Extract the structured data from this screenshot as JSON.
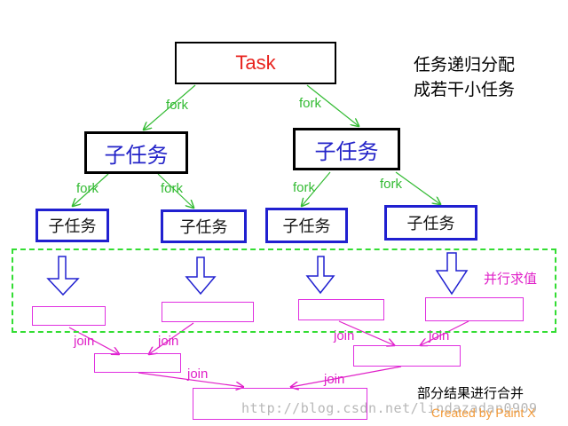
{
  "root": {
    "label": "Task"
  },
  "level1": [
    {
      "label": "子任务"
    },
    {
      "label": "子任务"
    }
  ],
  "level2": [
    {
      "label": "子任务"
    },
    {
      "label": "子任务"
    },
    {
      "label": "子任务"
    },
    {
      "label": "子任务"
    }
  ],
  "fork_label": "fork",
  "join_label": "join",
  "notes": {
    "split_line1": "任务递归分配",
    "split_line2": "成若干小任务",
    "parallel": "并行求值",
    "merge": "部分结果进行合并"
  },
  "watermark": "http://blog.csdn.net/lindazadan0909",
  "credit": "Created by Paint X",
  "colors": {
    "fork": "#33bb33",
    "join": "#e020c8",
    "task_text": "#e8231e",
    "level1_text": "#2323c8",
    "level2_border": "#2020d0",
    "result_border": "#e030e0",
    "zone_border": "#33dd33",
    "credit": "#f39a38"
  }
}
